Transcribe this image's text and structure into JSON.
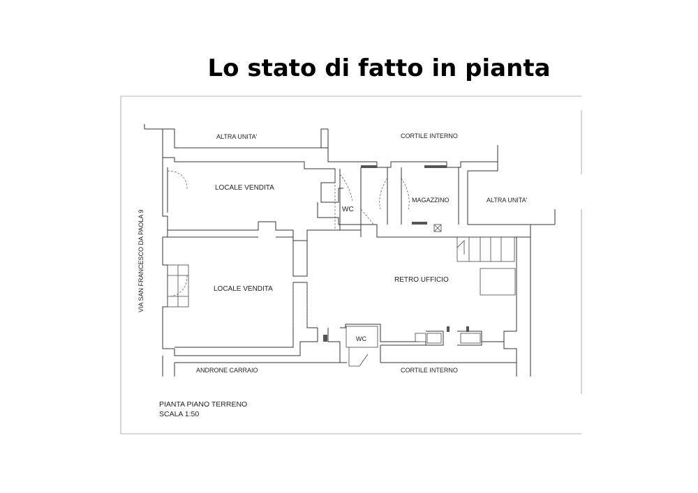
{
  "slide": {
    "title": "Lo stato di fatto in pianta"
  },
  "plan": {
    "rooms": {
      "altra_unita_top": "ALTRA UNITA'",
      "cortile_interno_top": "CORTILE INTERNO",
      "locale_vendita_top": "LOCALE VENDITA",
      "wc_top": "WC",
      "magazzino": "MAGAZZINO",
      "altra_unita_right": "ALTRA UNITA'",
      "locale_vendita_bottom": "LOCALE VENDITA",
      "retro_ufficio": "RETRO UFFICIO",
      "wc_bottom": "WC",
      "androne_carraio": "ANDRONE CARRAIO",
      "cortile_interno_bottom": "CORTILE INTERNO"
    },
    "street": "VIA SAN FRANCESCO DA PAOLA 9",
    "caption_line1": "PIANTA PIANO TERRENO",
    "caption_line2": "SCALA 1:50"
  }
}
